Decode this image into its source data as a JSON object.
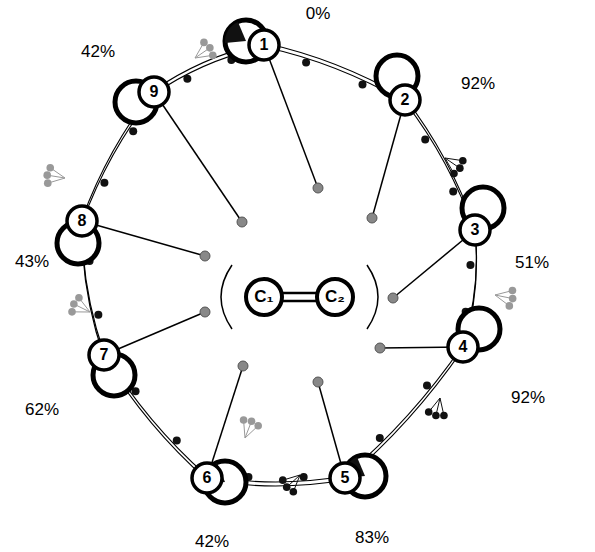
{
  "diagram": {
    "nodes": [
      {
        "text": [
          "1"
        ]
      },
      {
        "text": [
          "2"
        ]
      },
      {
        "text": [
          "3"
        ]
      },
      {
        "text": [
          "4"
        ]
      },
      {
        "text": [
          "5"
        ]
      },
      {
        "text": [
          "6"
        ]
      },
      {
        "text": [
          "7"
        ]
      },
      {
        "text": [
          "8"
        ]
      },
      {
        "text": [
          "9"
        ]
      },
      {
        "text": [
          "C₁"
        ]
      },
      {
        "text": [
          "C₂"
        ]
      }
    ],
    "edges": [
      {
        "from": 9,
        "to": 10,
        "arrow": "none"
      }
    ],
    "labels": [
      "0%",
      "92%",
      "51%",
      "92%",
      "83%",
      "42%",
      "62%",
      "43%",
      "42%"
    ]
  }
}
